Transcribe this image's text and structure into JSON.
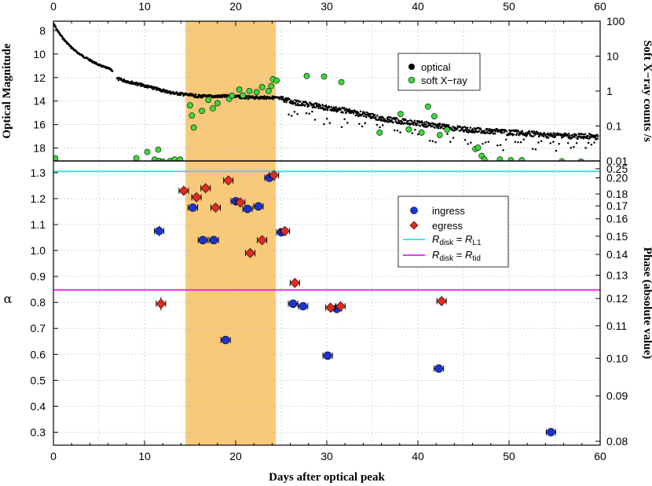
{
  "chart_data": [
    {
      "panel": "top",
      "type": "scatter",
      "xlabel_top_ticks": [
        "0",
        "10",
        "20",
        "30",
        "40",
        "50",
        "60"
      ],
      "xlim": [
        0,
        60
      ],
      "ylabel": "Optical Magnitude",
      "ylim": [
        19.1,
        7.2
      ],
      "yticks": [
        8,
        10,
        12,
        14,
        16,
        18
      ],
      "y2label": "Soft X−ray counts /s",
      "y2lim_log": [
        0.01,
        100
      ],
      "y2ticks": [
        "100",
        "10",
        "1",
        "0.1",
        "0.01"
      ],
      "grid": true,
      "legend_position": "upper-right",
      "series": [
        {
          "name": "optical",
          "color": "#000000",
          "marker": "dot",
          "curve": [
            [
              0.0,
              7.4
            ],
            [
              0.3,
              7.8
            ],
            [
              0.7,
              8.3
            ],
            [
              1.2,
              8.8
            ],
            [
              1.8,
              9.3
            ],
            [
              2.5,
              9.8
            ],
            [
              3.3,
              10.2
            ],
            [
              4.2,
              10.6
            ],
            [
              5.2,
              11.0
            ],
            [
              6.3,
              11.3
            ],
            [
              6.6,
              11.5
            ],
            [
              7.0,
              12.1
            ],
            [
              8.0,
              12.3
            ],
            [
              9.0,
              12.5
            ],
            [
              10.0,
              12.7
            ],
            [
              11.0,
              12.9
            ],
            [
              12.0,
              13.1
            ],
            [
              13.0,
              13.3
            ],
            [
              14.0,
              13.4
            ],
            [
              15.0,
              13.5
            ],
            [
              16.0,
              13.6
            ],
            [
              17.0,
              13.6
            ],
            [
              18.0,
              13.6
            ],
            [
              19.0,
              13.6
            ],
            [
              20.0,
              13.6
            ],
            [
              21.0,
              13.7
            ],
            [
              22.0,
              13.7
            ],
            [
              23.0,
              13.7
            ],
            [
              24.0,
              13.7
            ],
            [
              25.0,
              13.8
            ],
            [
              26.0,
              14.0
            ],
            [
              27.0,
              14.2
            ],
            [
              28.0,
              14.3
            ],
            [
              29.0,
              14.4
            ],
            [
              30.0,
              14.6
            ],
            [
              31.0,
              14.7
            ],
            [
              32.0,
              14.8
            ],
            [
              33.0,
              15.0
            ],
            [
              34.0,
              15.1
            ],
            [
              35.0,
              15.3
            ],
            [
              36.0,
              15.5
            ],
            [
              37.0,
              15.6
            ],
            [
              38.0,
              15.7
            ],
            [
              39.0,
              15.8
            ],
            [
              40.0,
              15.9
            ],
            [
              41.0,
              16.0
            ],
            [
              42.0,
              16.1
            ],
            [
              43.0,
              16.2
            ],
            [
              44.0,
              16.3
            ],
            [
              45.0,
              16.4
            ],
            [
              46.0,
              16.5
            ],
            [
              47.0,
              16.5
            ],
            [
              48.0,
              16.6
            ],
            [
              49.0,
              16.6
            ],
            [
              50.0,
              16.7
            ],
            [
              51.0,
              16.7
            ],
            [
              52.0,
              16.8
            ],
            [
              53.0,
              16.8
            ],
            [
              54.0,
              16.9
            ],
            [
              55.0,
              16.9
            ],
            [
              56.0,
              16.9
            ],
            [
              57.0,
              17.0
            ],
            [
              58.0,
              17.0
            ],
            [
              59.0,
              17.0
            ],
            [
              59.8,
              17.1
            ]
          ]
        },
        {
          "name": "soft X−ray",
          "color": "#3ad93a",
          "marker": "circle",
          "points": [
            [
              0.2,
              0.012
            ],
            [
              9.1,
              0.012
            ],
            [
              10.3,
              0.018
            ],
            [
              11.5,
              0.021
            ],
            [
              11.1,
              0.011
            ],
            [
              11.6,
              0.01
            ],
            [
              12.0,
              0.0096
            ],
            [
              12.8,
              0.01
            ],
            [
              13.3,
              0.011
            ],
            [
              13.9,
              0.011
            ],
            [
              15.0,
              0.39
            ],
            [
              15.2,
              0.2
            ],
            [
              15.4,
              0.09
            ],
            [
              16.3,
              0.27
            ],
            [
              17.0,
              0.56
            ],
            [
              17.5,
              0.32
            ],
            [
              18.0,
              0.45
            ],
            [
              19.3,
              0.6
            ],
            [
              19.6,
              0.74
            ],
            [
              20.4,
              1.1
            ],
            [
              20.8,
              0.75
            ],
            [
              21.5,
              1.0
            ],
            [
              22.3,
              0.93
            ],
            [
              22.9,
              1.3
            ],
            [
              23.6,
              1.0
            ],
            [
              23.9,
              1.4
            ],
            [
              24.1,
              2.2
            ],
            [
              24.5,
              2.0
            ],
            [
              27.8,
              2.7
            ],
            [
              29.7,
              2.6
            ],
            [
              31.6,
              1.8
            ],
            [
              35.8,
              0.065
            ],
            [
              38.1,
              0.22
            ],
            [
              39.0,
              0.08
            ],
            [
              40.4,
              0.065
            ],
            [
              41.1,
              0.36
            ],
            [
              41.8,
              0.19
            ],
            [
              42.4,
              0.055
            ],
            [
              43.2,
              0.078
            ],
            [
              46.3,
              0.022
            ],
            [
              46.6,
              0.024
            ],
            [
              47.0,
              0.014
            ],
            [
              47.3,
              0.011
            ],
            [
              49.0,
              0.011
            ],
            [
              50.2,
              0.0105
            ],
            [
              51.4,
              0.0105
            ],
            [
              55.8,
              0.0098
            ],
            [
              57.9,
              0.0096
            ]
          ]
        }
      ]
    },
    {
      "panel": "bottom",
      "type": "scatter",
      "xlabel": "Days after optical peak",
      "xlim": [
        0,
        60
      ],
      "xticks": [
        0,
        10,
        20,
        30,
        40,
        50,
        60
      ],
      "ylabel": "α",
      "ylim": [
        0.25,
        1.345
      ],
      "yticks": [
        "0.3",
        "0.4",
        "0.5",
        "0.6",
        "0.7",
        "0.8",
        "0.9",
        "1.0",
        "1.1",
        "1.2",
        "1.3"
      ],
      "y2label": "Phase (absolute value)",
      "y2ticks": [
        "0.25",
        "0.20",
        "0.18",
        "0.17",
        "0.16",
        "0.15",
        "0.14",
        "0.13",
        "0.12",
        "0.11",
        "0.10",
        "0.09",
        "0.08"
      ],
      "y2tick_alpha": [
        1.315,
        1.28,
        1.218,
        1.172,
        1.122,
        1.055,
        0.985,
        0.905,
        0.815,
        0.71,
        0.585,
        0.44,
        0.265
      ],
      "grid": true,
      "legend_position": "upper-right",
      "shaded_range_days": [
        14.5,
        24.4
      ],
      "shade_color": "#f9c97a",
      "hlines": [
        {
          "name_main": "R",
          "name_sub1": "disk",
          "eq": " = ",
          "name_main2": "R",
          "name_sub2": "L1",
          "y": 1.305,
          "color": "#33e0e8"
        },
        {
          "name_main": "R",
          "name_sub1": "disk",
          "eq": " = ",
          "name_main2": "R",
          "name_sub2": "tid",
          "y": 0.848,
          "color": "#e81ee8"
        }
      ],
      "series": [
        {
          "name": "ingress",
          "color": "#1a33d6",
          "marker": "circle",
          "points": [
            [
              11.6,
              1.075,
              0.02
            ],
            [
              15.3,
              1.165,
              0
            ],
            [
              16.4,
              1.04,
              0
            ],
            [
              17.6,
              1.04,
              0
            ],
            [
              18.9,
              0.655,
              0
            ],
            [
              20.0,
              1.19,
              0
            ],
            [
              21.3,
              1.16,
              0
            ],
            [
              22.5,
              1.17,
              0
            ],
            [
              23.7,
              1.28,
              0
            ],
            [
              25.0,
              1.07,
              0
            ],
            [
              26.3,
              0.795,
              0
            ],
            [
              27.4,
              0.785,
              0
            ],
            [
              30.1,
              0.595,
              0
            ],
            [
              31.1,
              0.775,
              0
            ],
            [
              42.3,
              0.545,
              0
            ],
            [
              54.6,
              0.3,
              0
            ]
          ]
        },
        {
          "name": "egress",
          "color": "#e32a1e",
          "marker": "diamond",
          "points": [
            [
              11.8,
              0.795,
              0.025
            ],
            [
              14.3,
              1.23,
              0
            ],
            [
              15.7,
              1.205,
              0
            ],
            [
              16.7,
              1.24,
              0
            ],
            [
              17.8,
              1.165,
              0
            ],
            [
              19.2,
              1.27,
              0
            ],
            [
              20.5,
              1.185,
              0
            ],
            [
              21.6,
              0.99,
              0
            ],
            [
              22.9,
              1.04,
              0
            ],
            [
              24.2,
              1.29,
              0
            ],
            [
              25.4,
              1.075,
              0
            ],
            [
              26.5,
              0.875,
              0
            ],
            [
              30.4,
              0.78,
              0
            ],
            [
              31.5,
              0.785,
              0
            ],
            [
              42.6,
              0.805,
              0
            ]
          ]
        }
      ]
    }
  ]
}
